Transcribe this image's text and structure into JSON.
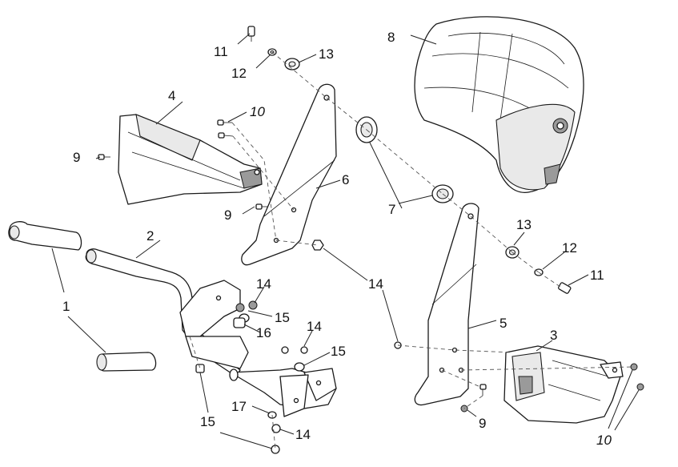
{
  "diagram": {
    "callouts": {
      "c1": "1",
      "c2": "2",
      "c3": "3",
      "c4": "4",
      "c5": "5",
      "c6": "6",
      "c7": "7",
      "c8": "8",
      "c9a": "9",
      "c9b": "9",
      "c9c": "9",
      "c10a": "10",
      "c10b": "10",
      "c11a": "11",
      "c11b": "11",
      "c12a": "12",
      "c12b": "12",
      "c13a": "13",
      "c13b": "13",
      "c14a": "14",
      "c14b": "14",
      "c14c": "14",
      "c14d": "14",
      "c15a": "15",
      "c15b": "15",
      "c15c": "15",
      "c16": "16",
      "c17": "17"
    }
  }
}
